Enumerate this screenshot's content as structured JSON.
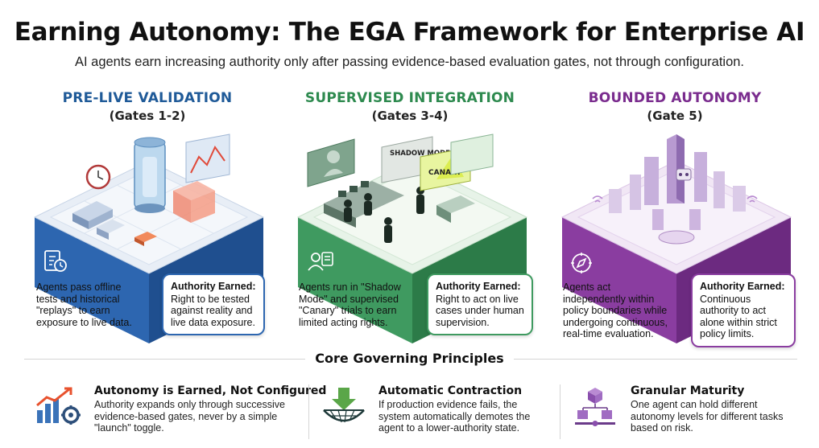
{
  "header": {
    "title": "Earning Autonomy: The EGA Framework for Enterprise AI",
    "subtitle": "AI agents earn increasing authority only after passing evidence-based evaluation gates, not through configuration."
  },
  "stages": [
    {
      "name": "PRE-LIVE VALIDATION",
      "gates": "(Gates 1-2)",
      "color": "#1f5a98",
      "description": "Agents pass offline tests and historical \"replays\" to earn exposure to live data.",
      "callout_title": "Authority Earned:",
      "callout_body": "Right to be tested against reality and live data exposure.",
      "icon": "clipboard-clock-icon"
    },
    {
      "name": "SUPERVISED INTEGRATION",
      "gates": "(Gates 3-4)",
      "color": "#2e8a4f",
      "description": "Agents run in \"Shadow Mode\" and supervised \"Canary\" trials to earn limited acting rights.",
      "callout_title": "Authority Earned:",
      "callout_body": "Right to act on live cases under human supervision.",
      "icon": "supervisor-icon",
      "sign_shadow": "SHADOW MODE",
      "sign_canary": "CANARY"
    },
    {
      "name": "BOUNDED AUTONOMY",
      "gates": "(Gate 5)",
      "color": "#7a2c8e",
      "description": "Agents act independently within policy boundaries while undergoing continuous, real-time evaluation.",
      "callout_title": "Authority Earned:",
      "callout_body": "Continuous authority to act alone within strict policy limits.",
      "icon": "compass-icon"
    }
  ],
  "principles_heading": "Core Governing Principles",
  "principles": [
    {
      "title": "Autonomy is Earned, Not Configured",
      "body": "Authority expands only through successive evidence-based gates, never by a simple \"launch\" toggle.",
      "icon": "growth-chart-gear-icon"
    },
    {
      "title": "Automatic Contraction",
      "body": "If production evidence fails, the system automatically demotes the agent to a lower-authority state.",
      "icon": "safety-net-arrow-icon"
    },
    {
      "title": "Granular Maturity",
      "body": "One agent can hold different autonomy levels for different tasks based on risk.",
      "icon": "cube-hierarchy-icon"
    }
  ]
}
